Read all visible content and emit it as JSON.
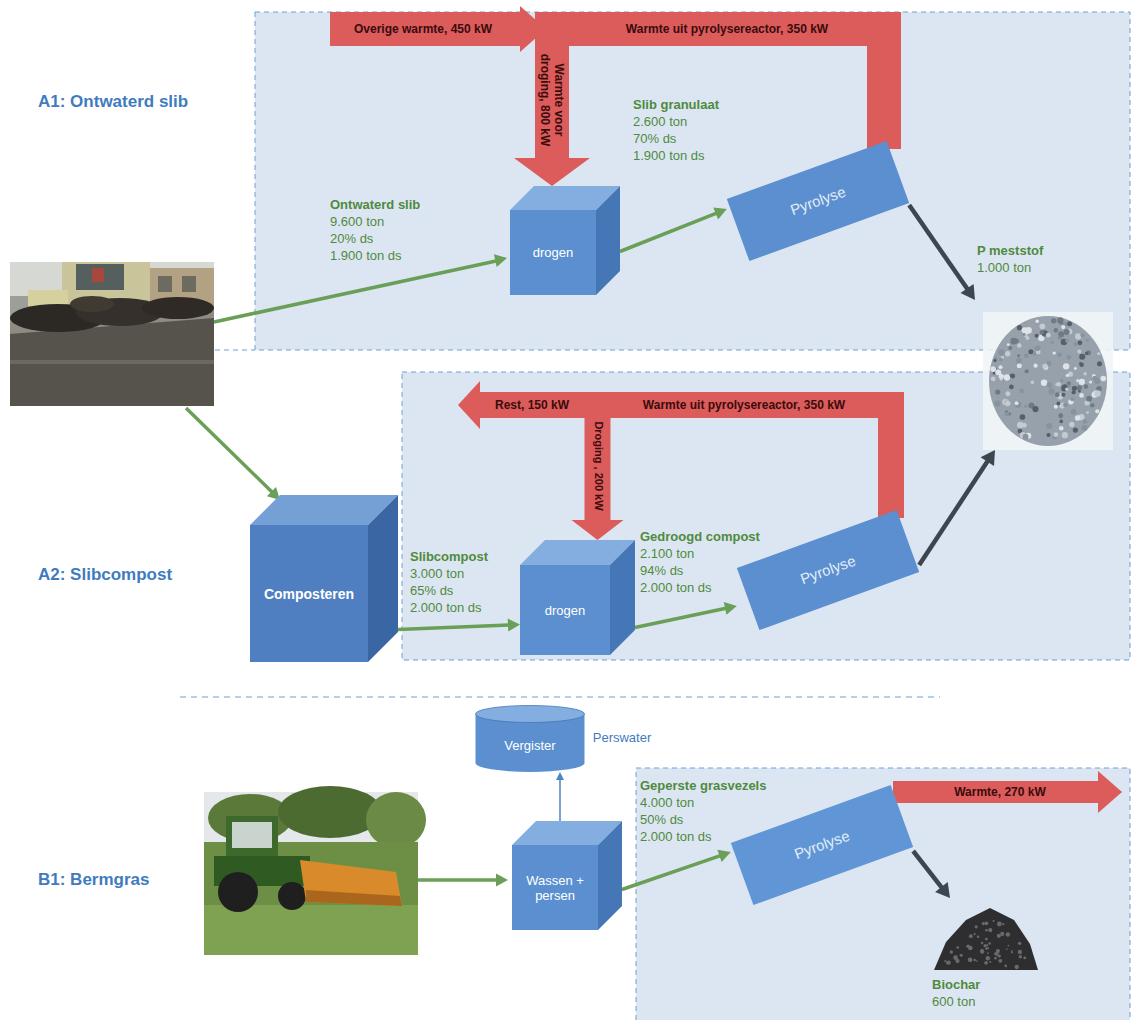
{
  "diagram": {
    "nodes": [
      {
        "text": [
          "drogen"
        ]
      },
      {
        "text": [
          "Pyrolyse"
        ]
      },
      {
        "text": [
          "P meststof",
          "1.000 ton"
        ]
      },
      {
        "text": [
          "Composteren"
        ]
      },
      {
        "text": [
          "drogen"
        ]
      },
      {
        "text": [
          "Pyrolyse"
        ]
      },
      {
        "text": [
          "Vergister"
        ]
      },
      {
        "text": [
          "Wassen + persen"
        ]
      },
      {
        "text": [
          "Pyrolyse"
        ]
      },
      {
        "text": [
          "Biochar",
          "600 ton"
        ]
      }
    ],
    "edges": [
      {
        "from": 0,
        "to": 1,
        "arrow": "to"
      },
      {
        "from": 1,
        "to": 2,
        "arrow": "to"
      },
      {
        "from": 1,
        "to": 0,
        "arrow": "to",
        "label": "Warmte uit pyrolysereactor, 350 kW"
      },
      {
        "from": 3,
        "to": 4,
        "arrow": "to"
      },
      {
        "from": 4,
        "to": 5,
        "arrow": "to"
      },
      {
        "from": 5,
        "to": 2,
        "arrow": "to"
      },
      {
        "from": 5,
        "to": 4,
        "arrow": "to",
        "label": "Warmte uit pyrolysereactor, 350 kW"
      },
      {
        "from": 7,
        "to": 6,
        "arrow": "to",
        "label": "Perswater"
      },
      {
        "from": 7,
        "to": 8,
        "arrow": "to"
      },
      {
        "from": 8,
        "to": 9,
        "arrow": "to"
      }
    ],
    "labels": [
      "A1: Ontwaterd slib",
      "A2: Slibcompost",
      "B1: Bermgras",
      "Overige warmte, 450 kW",
      "Warmte voor droging, 800 kW",
      "Ontwaterd slib",
      "9.600 ton",
      "20% ds",
      "1.900 ton ds",
      "Slib granulaat",
      "2.600 ton",
      "70% ds",
      "1.900 ton ds",
      "Rest, 150 kW",
      "Droging , 200 kW",
      "Slibcompost",
      "3.000 ton",
      "65% ds",
      "2.000 ton ds",
      "Gedroogd compost",
      "2.100 ton",
      "94% ds",
      "2.000 ton ds",
      "Geperste grasvezels",
      "4.000 ton",
      "50% ds",
      "2.000 ton ds",
      "Warmte, 270 kW"
    ]
  }
}
